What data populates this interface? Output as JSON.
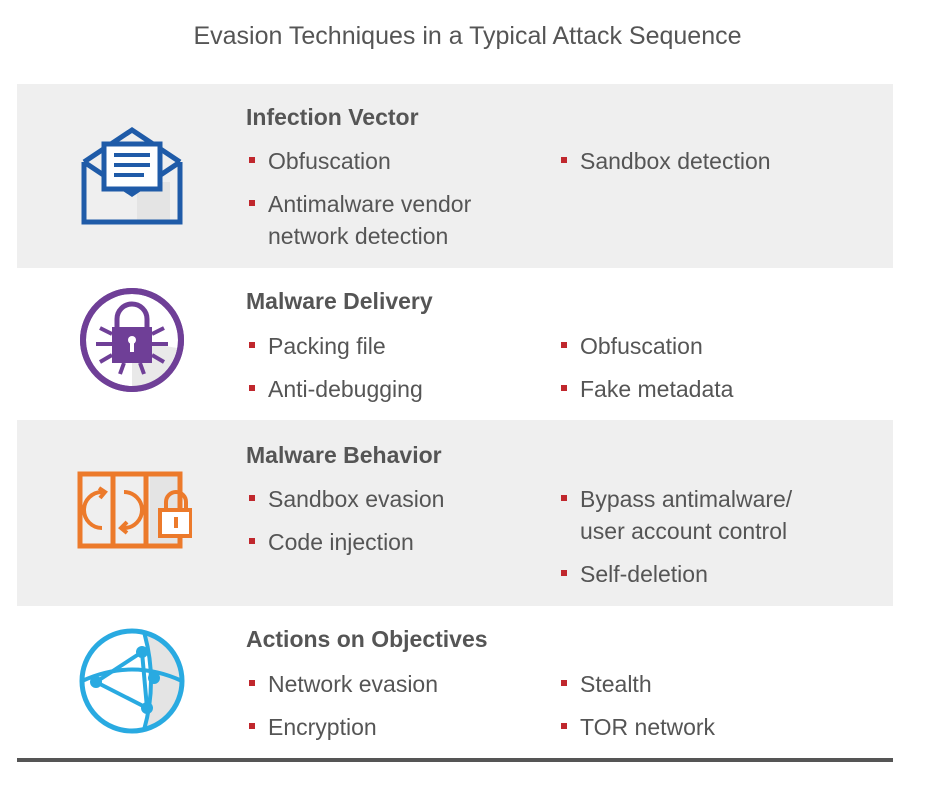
{
  "title": "Evasion Techniques in a Typical Attack Sequence",
  "colors": {
    "band": "#efefef",
    "bullet": "#c0272d",
    "text": "#555555",
    "email": "#1f5ba8",
    "virus": "#6f3f97",
    "malware": "#ec7a2b",
    "globe": "#29aae1"
  },
  "stages": [
    {
      "heading": "Infection Vector",
      "icon": "envelope-icon",
      "col1": [
        [
          "Obfuscation"
        ],
        [
          "Antimalware vendor",
          "network detection"
        ]
      ],
      "col2": [
        [
          "Sandbox detection"
        ]
      ]
    },
    {
      "heading": "Malware Delivery",
      "icon": "locked-bug-icon",
      "col1": [
        [
          "Packing file"
        ],
        [
          "Anti-debugging"
        ]
      ],
      "col2": [
        [
          "Obfuscation"
        ],
        [
          "Fake metadata"
        ]
      ]
    },
    {
      "heading": "Malware Behavior",
      "icon": "padlocked-server-icon",
      "col1": [
        [
          "Sandbox evasion"
        ],
        [
          "Code injection"
        ]
      ],
      "col2": [
        [
          "Bypass antimalware/",
          "user account control"
        ],
        [
          "Self-deletion"
        ]
      ]
    },
    {
      "heading": "Actions on Objectives",
      "icon": "globe-network-icon",
      "col1": [
        [
          "Network evasion"
        ],
        [
          "Encryption"
        ]
      ],
      "col2": [
        [
          "Stealth"
        ],
        [
          "TOR network"
        ]
      ]
    }
  ]
}
